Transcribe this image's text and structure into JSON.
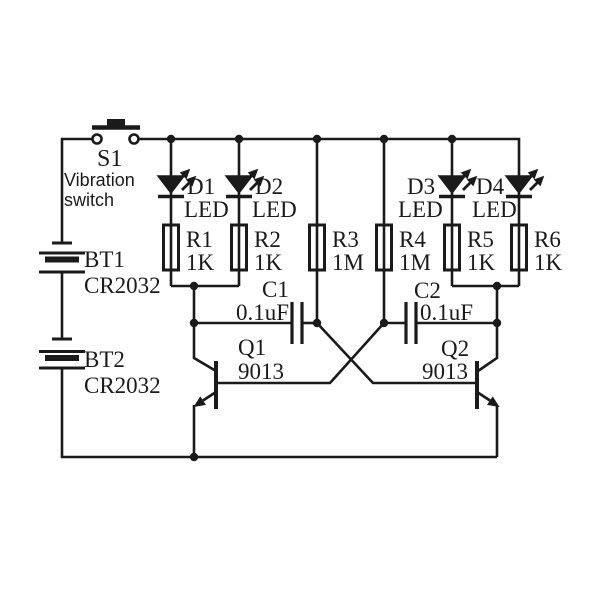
{
  "schematic": {
    "description": "Two-transistor astable multivibrator LED flasher circuit",
    "line_color": "#1a1a1a",
    "background_color": "#ffffff",
    "switch": {
      "ref": "S1",
      "label_line1": "Vibration",
      "label_line2": "switch"
    },
    "batteries": [
      {
        "ref": "BT1",
        "value": "CR2032"
      },
      {
        "ref": "BT2",
        "value": "CR2032"
      }
    ],
    "leds": [
      {
        "ref": "D1",
        "label": "LED"
      },
      {
        "ref": "D2",
        "label": "LED"
      },
      {
        "ref": "D3",
        "label": "LED"
      },
      {
        "ref": "D4",
        "label": "LED"
      }
    ],
    "resistors": [
      {
        "ref": "R1",
        "value": "1K"
      },
      {
        "ref": "R2",
        "value": "1K"
      },
      {
        "ref": "R3",
        "value": "1M"
      },
      {
        "ref": "R4",
        "value": "1M"
      },
      {
        "ref": "R5",
        "value": "1K"
      },
      {
        "ref": "R6",
        "value": "1K"
      }
    ],
    "capacitors": [
      {
        "ref": "C1",
        "value": "0.1uF"
      },
      {
        "ref": "C2",
        "value": "0.1uF"
      }
    ],
    "transistors": [
      {
        "ref": "Q1",
        "value": "9013"
      },
      {
        "ref": "Q2",
        "value": "9013"
      }
    ]
  }
}
